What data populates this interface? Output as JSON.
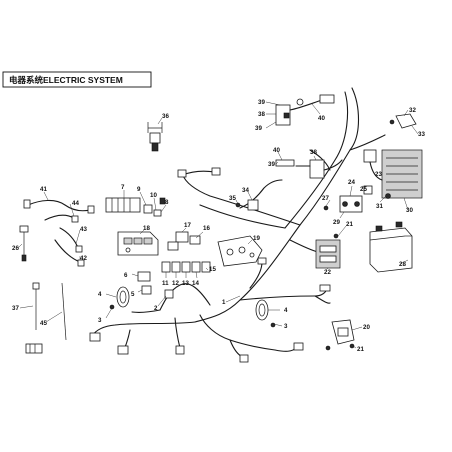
{
  "title": "电器系统ELECTRIC SYSTEM",
  "callouts": [
    "1",
    "2",
    "3",
    "4",
    "5",
    "6",
    "7",
    "8",
    "9",
    "10",
    "11",
    "12",
    "13",
    "14",
    "15",
    "16",
    "17",
    "18",
    "19",
    "20",
    "21",
    "22",
    "23",
    "24",
    "25",
    "26",
    "27",
    "28",
    "29",
    "30",
    "31",
    "32",
    "33",
    "34",
    "35",
    "36",
    "37",
    "38",
    "39",
    "40",
    "41",
    "42",
    "43",
    "44",
    "45"
  ],
  "colors": {
    "line": "#1a1a1a",
    "background": "#ffffff",
    "title_box": "#111111"
  }
}
